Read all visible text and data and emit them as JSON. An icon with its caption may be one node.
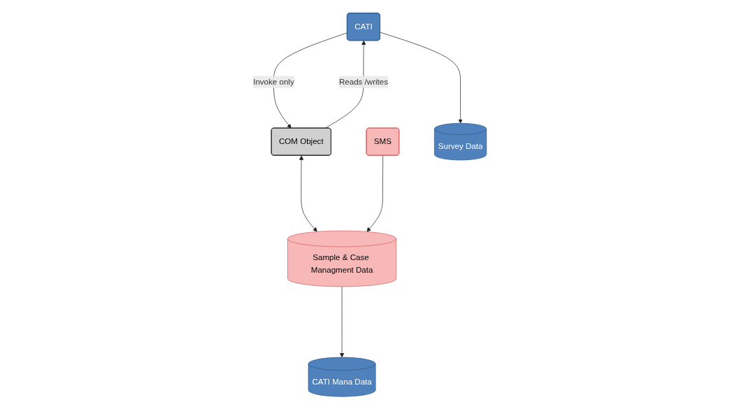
{
  "diagram": {
    "nodes": [
      {
        "text": [
          "CATI"
        ]
      },
      {
        "text": [
          "COM Object"
        ]
      },
      {
        "text": [
          "SMS"
        ]
      },
      {
        "text": [
          "Survey Data"
        ]
      },
      {
        "text": [
          "CATI Mana Data"
        ]
      },
      {
        "text": [
          "Sample & Case Managment Data"
        ]
      }
    ],
    "edges": [
      {
        "from": 0,
        "to": 1,
        "arrow": "to",
        "label": "Invoke only"
      },
      {
        "from": 1,
        "to": 0,
        "arrow": "to",
        "label": "Reads /writes"
      },
      {
        "from": 0,
        "to": 3,
        "arrow": "to"
      },
      {
        "from": 1,
        "to": 5,
        "arrow": "both"
      },
      {
        "from": 2,
        "to": 5,
        "arrow": "to"
      },
      {
        "from": 5,
        "to": 4,
        "arrow": "to"
      }
    ]
  }
}
